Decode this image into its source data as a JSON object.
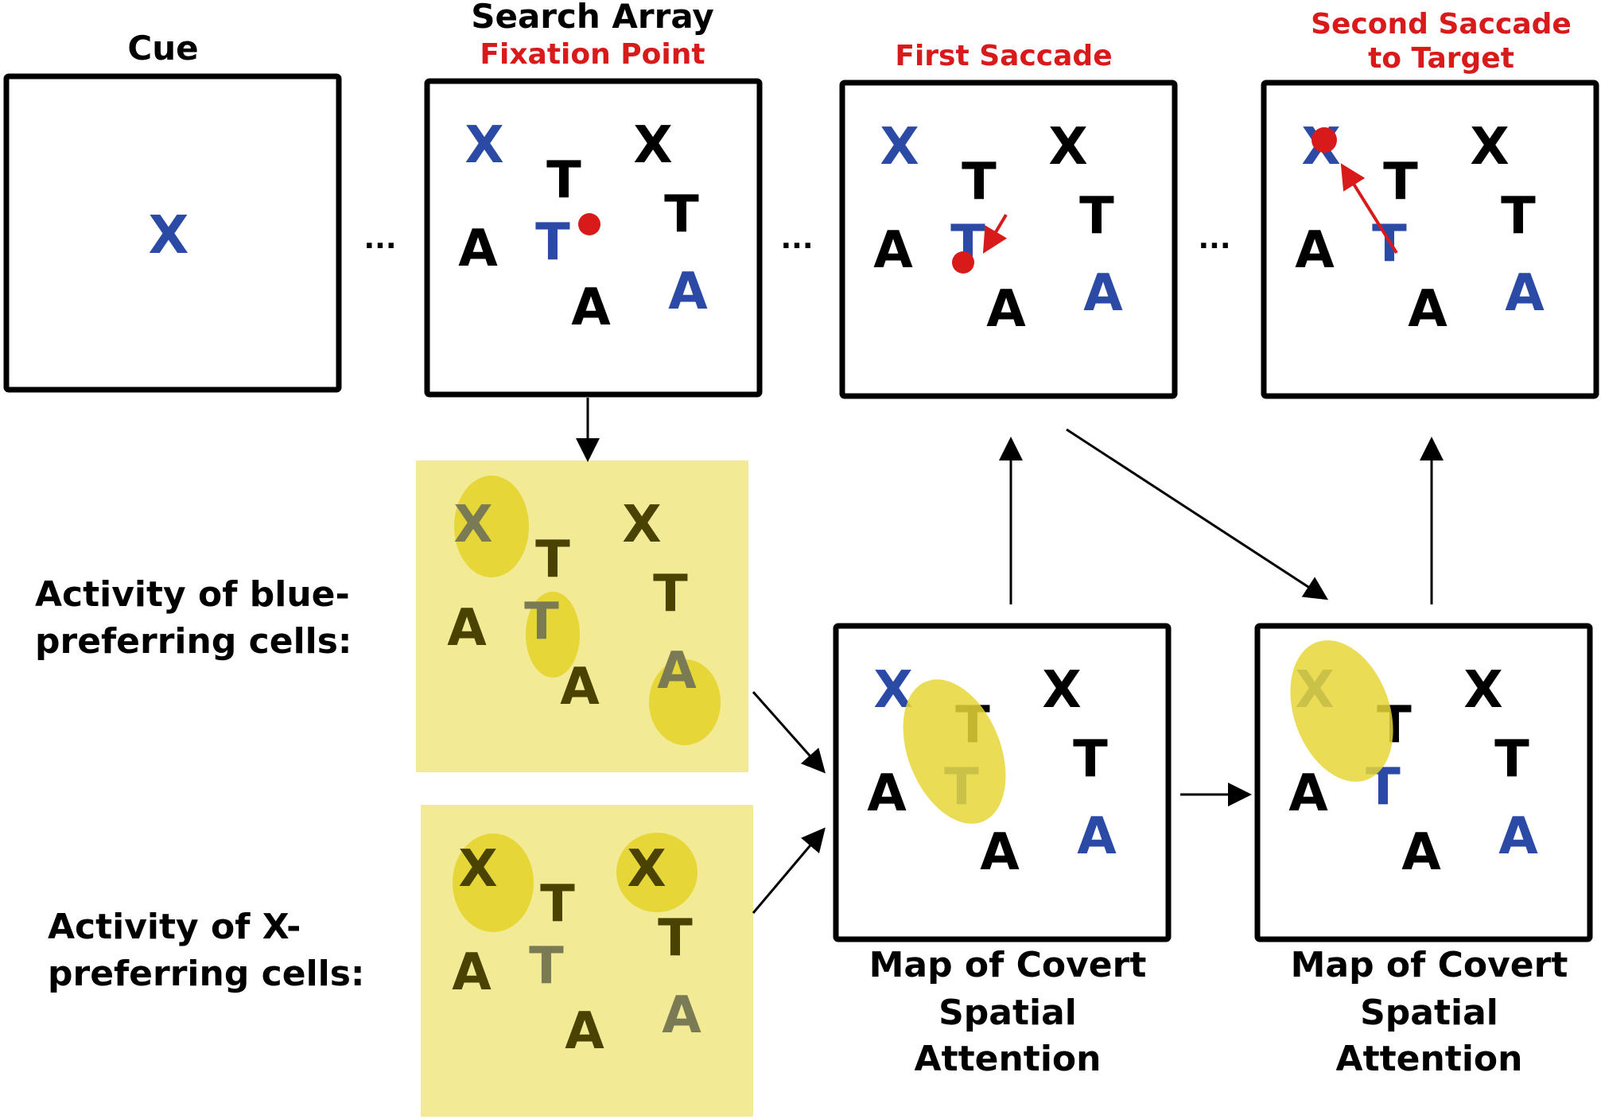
{
  "colors": {
    "blue": "#2a4aa6",
    "black": "#000000",
    "red": "#d81a1a",
    "highlight_panel": "#f2ea95",
    "highlight_blob": "#e6d637",
    "dim_letter": "#7a7a55"
  },
  "top_row": {
    "cue": {
      "title": "Cue",
      "letter": "X"
    },
    "search_array": {
      "title": "Search Array",
      "subtitle": "Fixation Point"
    },
    "first_saccade": {
      "title": "First Saccade"
    },
    "second_saccade": {
      "title_line1": "Second Saccade",
      "title_line2": "to Target"
    },
    "ellipsis": "..."
  },
  "array_letters": [
    "X",
    "T",
    "X",
    "T",
    "A",
    "T",
    "A",
    "A"
  ],
  "side_labels": {
    "blue_cells_line1": "Activity of blue-",
    "blue_cells_line2": "preferring cells:",
    "x_cells_line1": "Activity of X-",
    "x_cells_line2": "preferring cells:"
  },
  "attention_maps": {
    "map1": {
      "line1": "Map of Covert",
      "line2": "Spatial",
      "line3": "Attention"
    },
    "map2": {
      "line1": "Map of Covert",
      "line2": "Spatial",
      "line3": "Attention"
    }
  },
  "icons": [
    "fixation-point-icon",
    "saccade-arrow-icon",
    "flow-arrow-icon",
    "attention-blob-icon"
  ]
}
